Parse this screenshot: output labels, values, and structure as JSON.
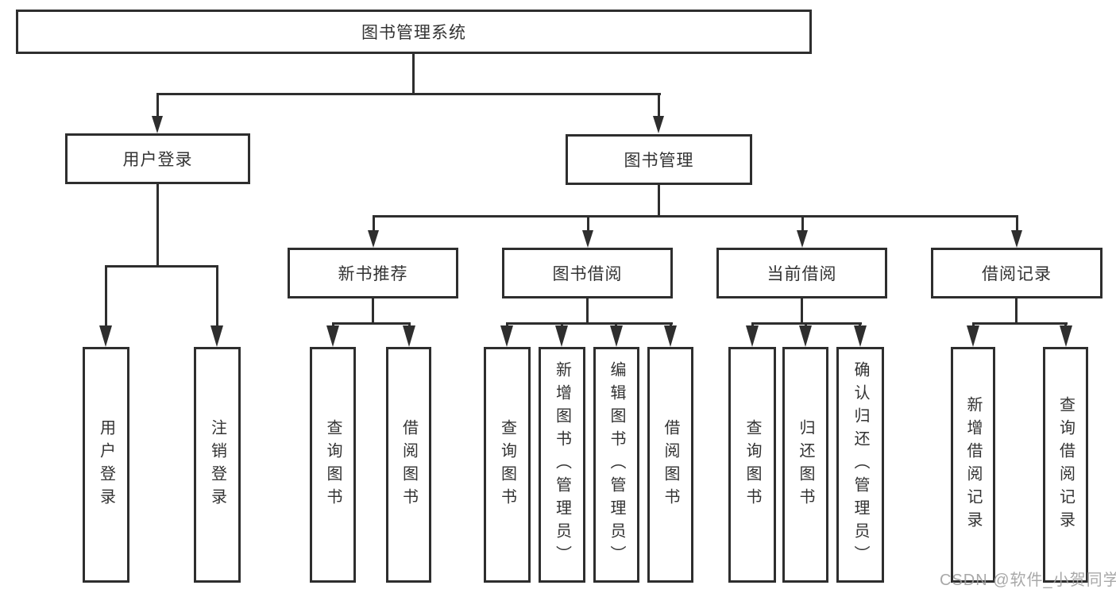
{
  "tree": {
    "root": {
      "label": "图书管理系统"
    },
    "login": {
      "label": "用户登录",
      "children": [
        "用户登录",
        "注销登录"
      ]
    },
    "mgmt": {
      "label": "图书管理"
    },
    "newbook": {
      "label": "新书推荐",
      "children": [
        "查询图书",
        "借阅图书"
      ]
    },
    "borrow": {
      "label": "图书借阅",
      "children": [
        "查询图书",
        "新增图书（管理员）",
        "编辑图书（管理员）",
        "借阅图书"
      ]
    },
    "current": {
      "label": "当前借阅",
      "children": [
        "查询图书",
        "归还图书",
        "确认归还（管理员）"
      ]
    },
    "records": {
      "label": "借阅记录",
      "children": [
        "新增借阅记录",
        "查询借阅记录"
      ]
    }
  },
  "colors": {
    "line": "#2e2e2e",
    "text": "#333333",
    "box_background": "#ffffff",
    "watermark": "#9e9e9e"
  },
  "watermark": {
    "text": "CSDN @软件_小贺同学"
  }
}
